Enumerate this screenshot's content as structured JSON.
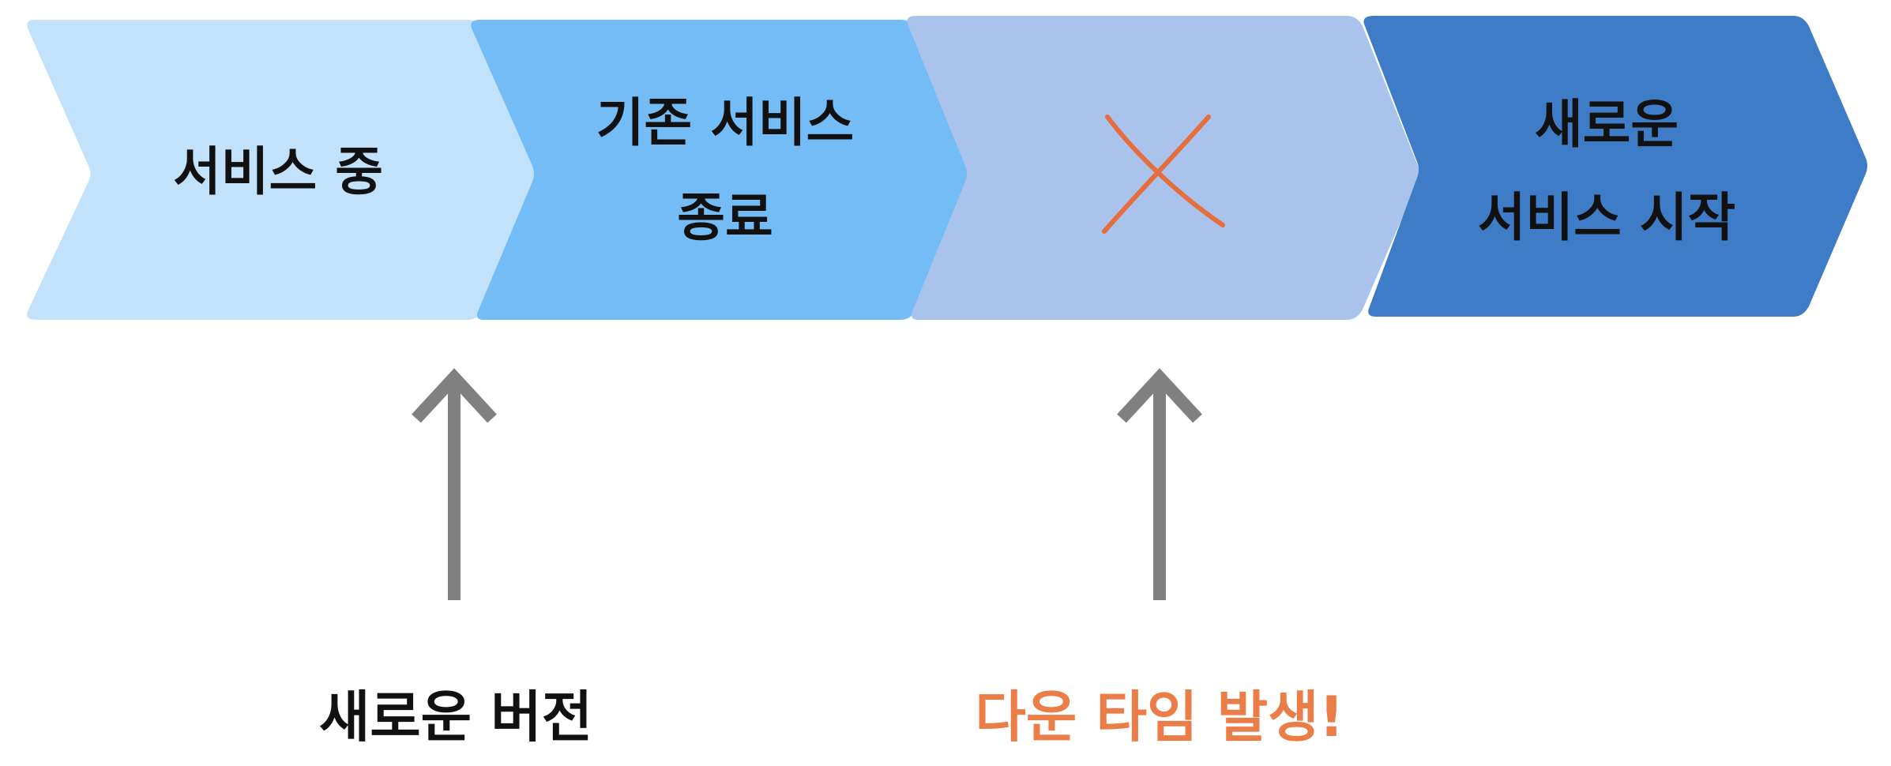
{
  "stages": [
    {
      "lines": [
        "서비스 중"
      ],
      "color": "#c2e1fb"
    },
    {
      "lines": [
        "기존 서비스",
        "종료"
      ],
      "color": "#74bcf6"
    },
    {
      "lines": [],
      "color": "#a9c3ec",
      "icon": "x-cross-icon",
      "icon_color": "#e56d3e"
    },
    {
      "lines": [
        "새로운",
        "서비스 시작"
      ],
      "color": "#3f7cc8"
    }
  ],
  "pointers": [
    {
      "caption": "새로운 버전",
      "caption_color": "#111111",
      "arrow_color": "#808080",
      "icon": "arrow-up-icon"
    },
    {
      "caption": "다운 타임 발생!",
      "caption_color": "#eb7d49",
      "arrow_color": "#808080",
      "icon": "arrow-up-icon"
    }
  ]
}
